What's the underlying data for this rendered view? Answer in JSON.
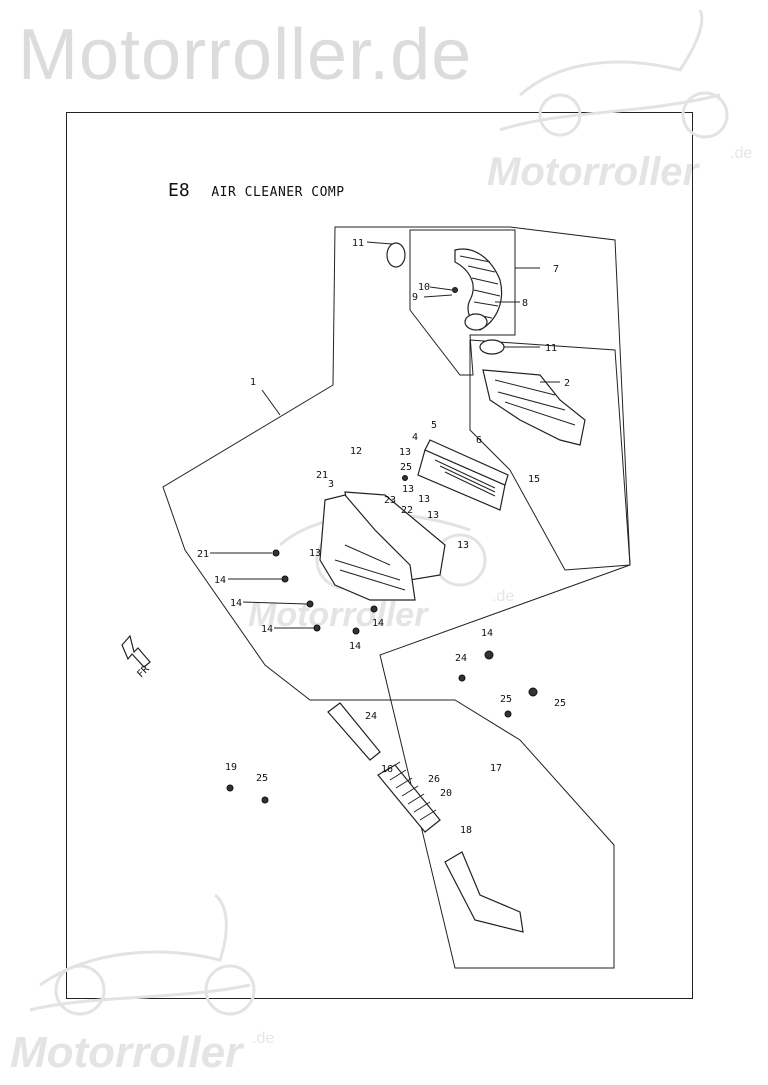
{
  "watermark": {
    "main": "Motorroller.de",
    "small": "Motorroller",
    "sub": ".de"
  },
  "diagram": {
    "code": "E8",
    "name": "AIR CLEANER COMP",
    "direction": "FR",
    "labels": [
      "11",
      "7",
      "10",
      "9",
      "8",
      "11",
      "2",
      "1",
      "6",
      "15",
      "5",
      "4",
      "13",
      "12",
      "21",
      "3",
      "13",
      "23",
      "13",
      "22",
      "13",
      "13",
      "13",
      "21",
      "14",
      "14",
      "14",
      "14",
      "14",
      "14",
      "24",
      "25",
      "25",
      "24",
      "17",
      "16",
      "26",
      "20",
      "18",
      "19",
      "25",
      "25"
    ]
  }
}
